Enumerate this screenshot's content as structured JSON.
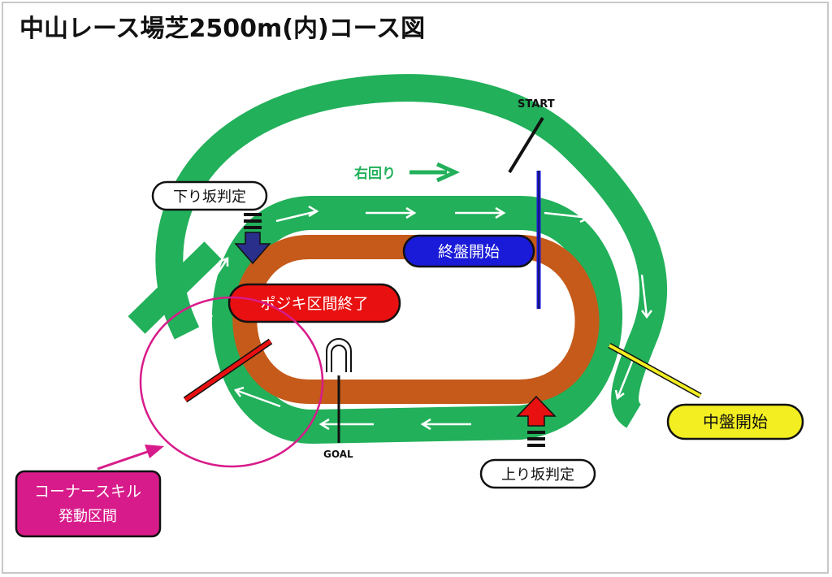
{
  "title": "中山レース場芝2500m(内)コース図",
  "start_label": "START",
  "goal_label": "GOAL",
  "direction_label": "右回り",
  "labels": {
    "downhill_check": "下り坂判定",
    "uphill_check": "上り坂判定",
    "final_phase_start": "終盤開始",
    "mid_phase_start": "中盤開始",
    "position_keep_end": "ポジキ区間終了",
    "corner_skill_line1": "コーナースキル",
    "corner_skill_line2": "発動区間"
  },
  "colors": {
    "turf": "#22b05a",
    "dirt": "#c55a1a",
    "final_phase": "#1a1ad9",
    "mid_phase": "#f2ee22",
    "position_keep": "#e81010",
    "corner_skill": "#d81b8a",
    "downhill_arrow": "#2a2f8c",
    "uphill_arrow": "#e81010"
  },
  "icons": {
    "direction": "arrow-right-icon",
    "downhill": "down-arrow-icon",
    "uphill": "up-arrow-icon",
    "goal_post": "goal-post-icon"
  }
}
